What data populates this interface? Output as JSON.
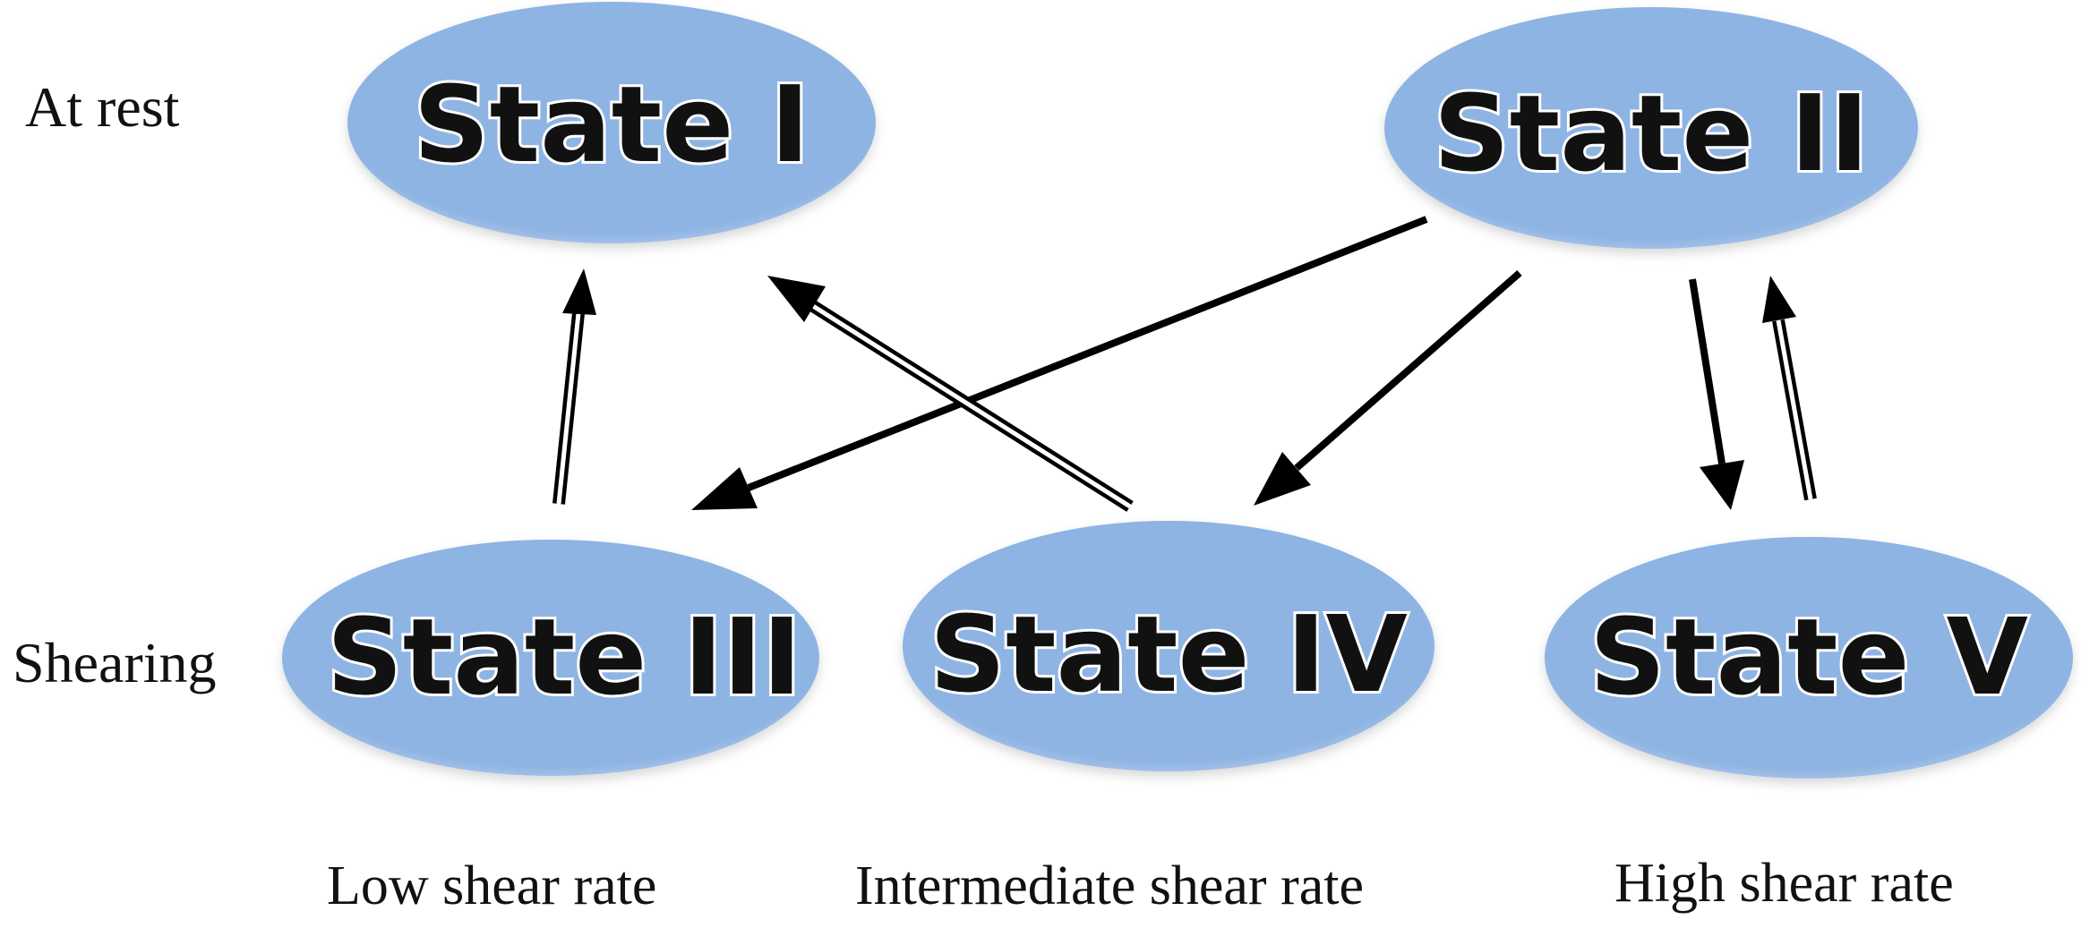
{
  "diagram": {
    "row_labels": {
      "at_rest": "At rest",
      "shearing": "Shearing"
    },
    "states": {
      "s1": "State I",
      "s2": "State II",
      "s3": "State III",
      "s4": "State IV",
      "s5": "State V"
    },
    "rate_labels": {
      "low": "Low shear rate",
      "intermediate": "Intermediate shear rate",
      "high": "High shear rate"
    },
    "colors": {
      "ellipse_fill": "#8eb4e3",
      "arrow": "#000000"
    },
    "transitions": [
      {
        "from": "State II",
        "to": "State III",
        "style": "solid"
      },
      {
        "from": "State II",
        "to": "State IV",
        "style": "solid"
      },
      {
        "from": "State II",
        "to": "State V",
        "style": "solid"
      },
      {
        "from": "State III",
        "to": "State I",
        "style": "double"
      },
      {
        "from": "State IV",
        "to": "State I",
        "style": "double"
      },
      {
        "from": "State V",
        "to": "State II",
        "style": "double"
      }
    ]
  }
}
